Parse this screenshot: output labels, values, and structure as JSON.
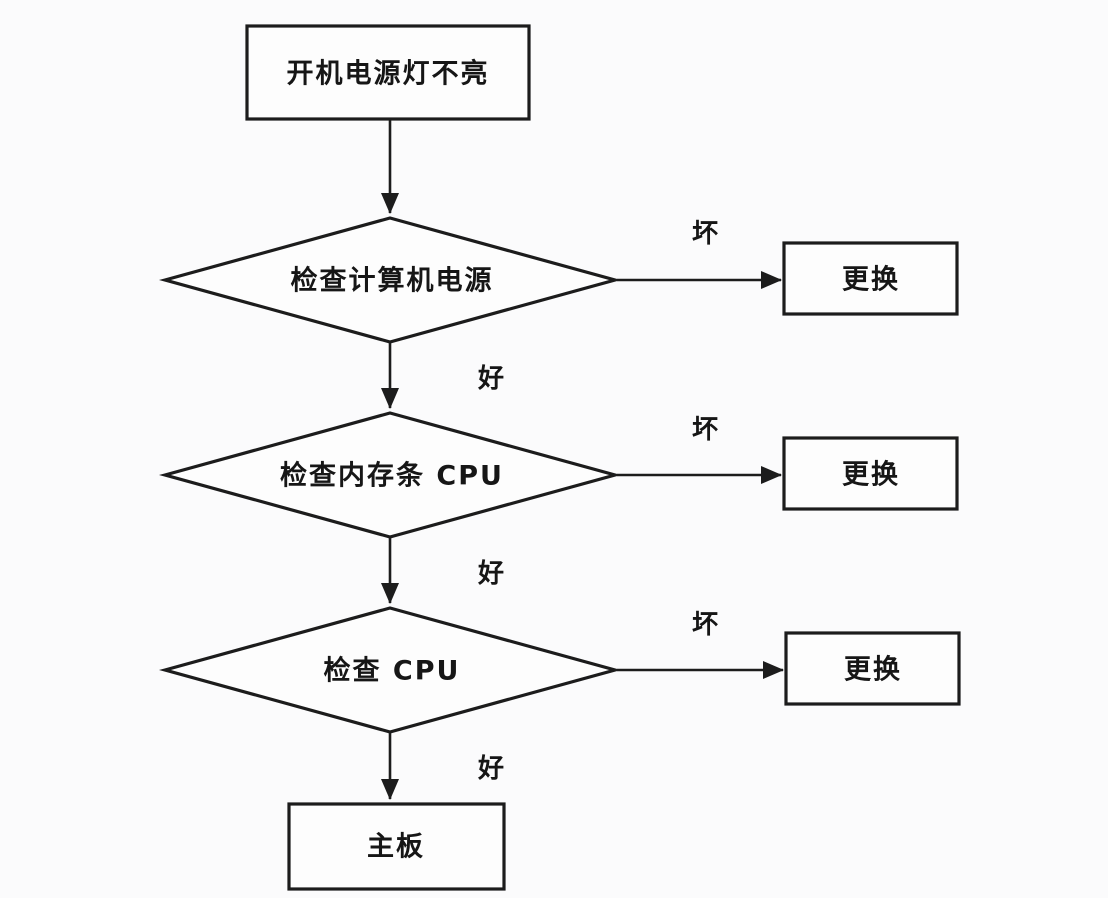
{
  "flowchart": {
    "title": "power-on troubleshooting flowchart",
    "colors": {
      "line": "#1c1c1c",
      "background": "#fbfbfc",
      "node_fill": "#fdfdfd",
      "text": "#161616"
    },
    "start": {
      "label": "开机电源灯不亮"
    },
    "decisions": [
      {
        "label": "检查计算机电源",
        "bad_label": "坏",
        "good_label": "好",
        "bad_action": "更换"
      },
      {
        "label": "检查内存条 CPU",
        "bad_label": "坏",
        "good_label": "好",
        "bad_action": "更换"
      },
      {
        "label": "检查 CPU",
        "bad_label": "坏",
        "good_label": "好",
        "bad_action": "更换"
      }
    ],
    "end": {
      "label": "主板"
    }
  }
}
